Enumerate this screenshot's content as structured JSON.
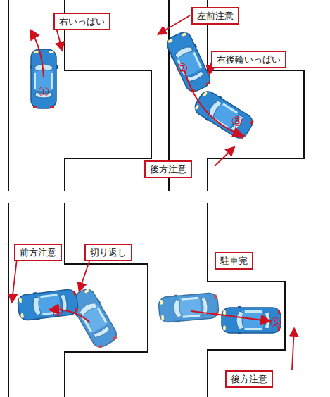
{
  "diagram": {
    "nodes": [
      {
        "text": [
          "右いっぱい"
        ]
      },
      {
        "text": [
          "左前注意"
        ]
      },
      {
        "text": [
          "右後輪いっぱい"
        ]
      },
      {
        "text": [
          "後方注意"
        ]
      },
      {
        "text": [
          "前方注意"
        ]
      },
      {
        "text": [
          "切り返し"
        ]
      },
      {
        "text": [
          "駐車完"
        ]
      },
      {
        "text": [
          "後方注意"
        ]
      }
    ],
    "labels": [
      "①",
      "②",
      "③",
      "④",
      "⑤"
    ]
  }
}
